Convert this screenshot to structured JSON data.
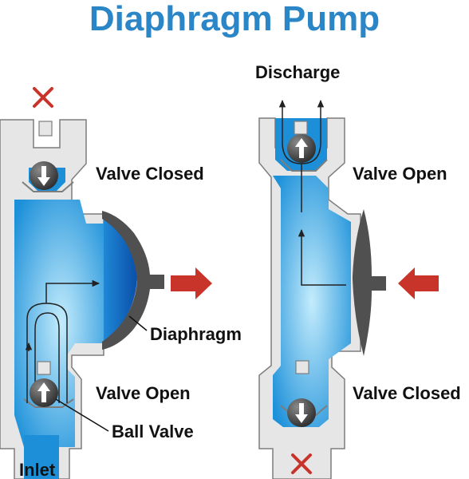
{
  "title": "Diaphragm Pump",
  "labels": {
    "left_top_valve": "Valve Closed",
    "left_bottom_valve": "Valve Open",
    "diaphragm": "Diaphragm",
    "ball_valve": "Ball Valve",
    "inlet": "Inlet",
    "discharge": "Discharge",
    "right_top_valve": "Valve Open",
    "right_bottom_valve": "Valve Closed"
  },
  "colors": {
    "title": "#2a86c6",
    "housing": "#e6e6e6",
    "housing_stroke": "#7d7d7d",
    "fluid_light": "#bfe9fb",
    "fluid_dark": "#1b8fd8",
    "diaphragm_cavity": "#0b57b5",
    "diaphragm": "#505050",
    "flow_arrow": "#c9342a",
    "blocked_x": "#c9342a",
    "ball": "#3c3c3c",
    "flow_line": "#222222"
  },
  "icons": [
    "x-mark-icon",
    "red-arrow-right-icon",
    "red-arrow-left-icon",
    "ball-arrow-up-icon",
    "ball-arrow-down-icon"
  ]
}
